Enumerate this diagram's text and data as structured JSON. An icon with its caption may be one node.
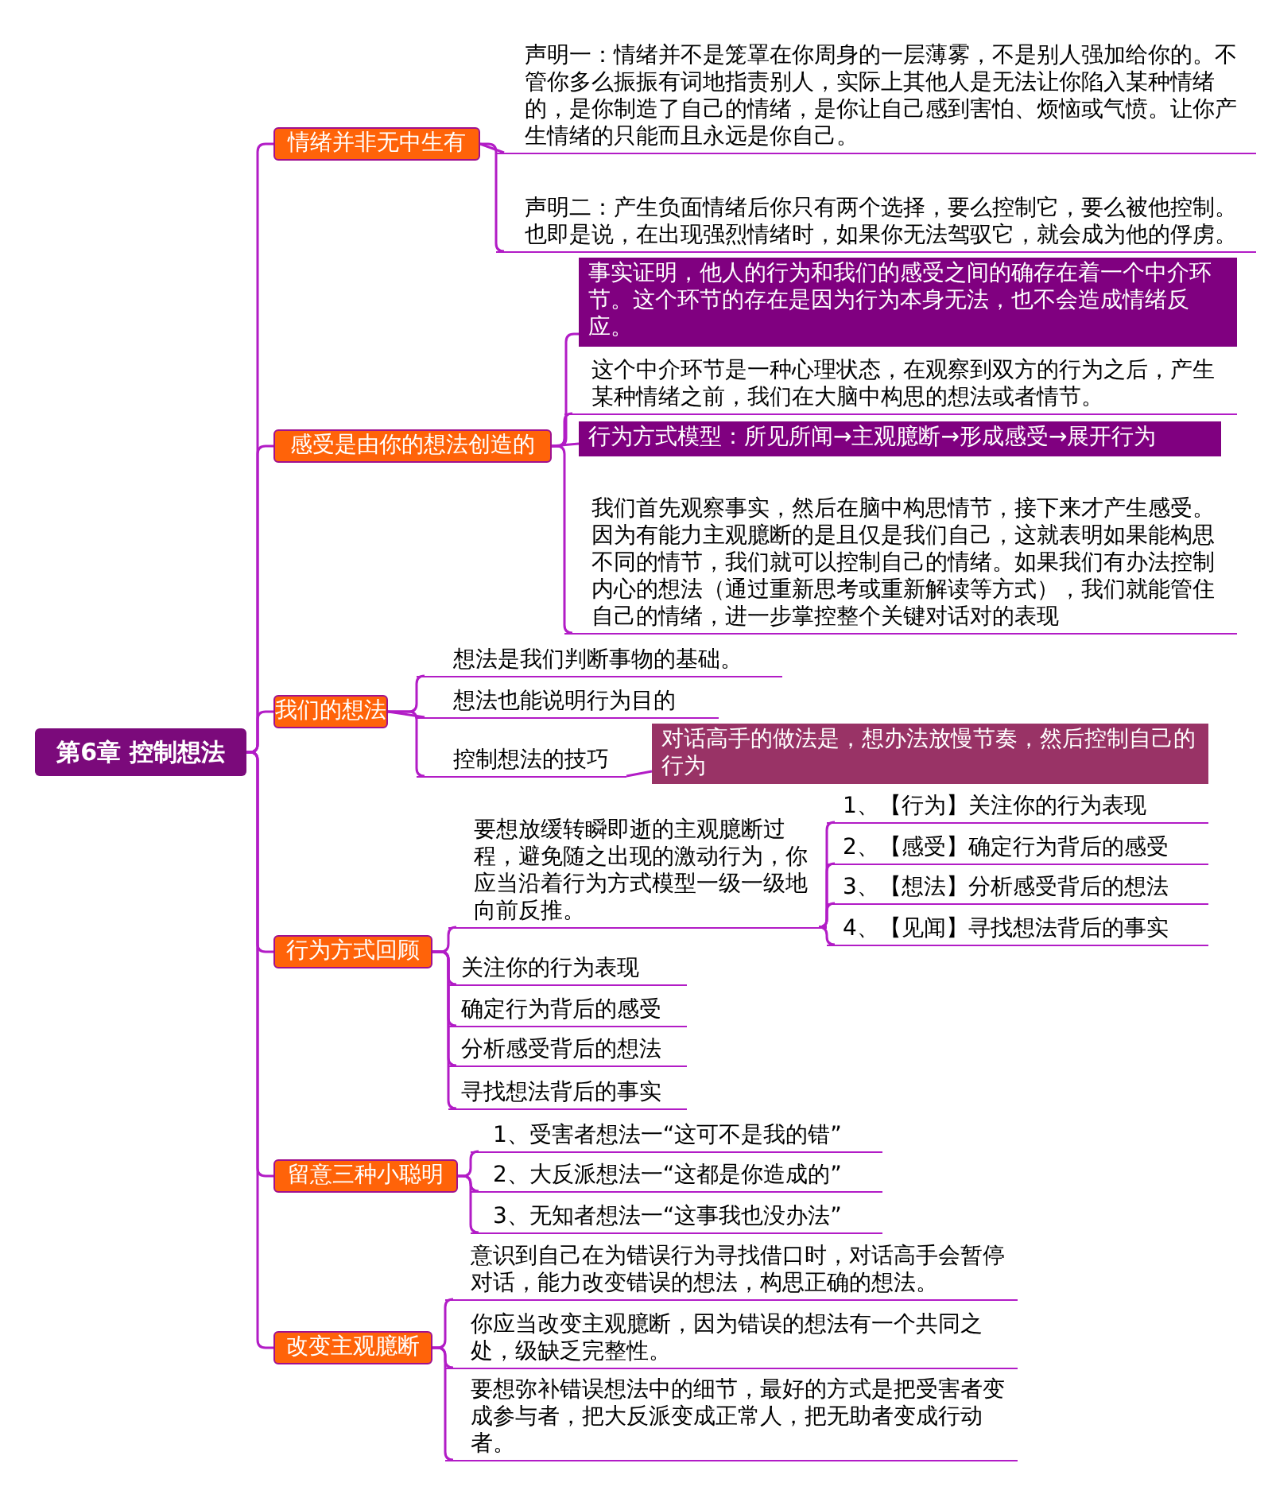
{
  "diagram": {
    "nodes": [
      {
        "text": [
          "第6章 控制想法"
        ]
      },
      {
        "text": [
          "情绪并非无中生有"
        ]
      },
      {
        "text": [
          "声明一：情绪并不是笼罩在你周身的一层薄雾，不是别人强加给你的。不管你多么振振有词地指责别人，实际上其他人是无法让你陷入某种情绪的，是你制造了自己的情绪，是你让自己感到害怕、烦恼或气愤。让你产生情绪的只能而且永远是你自己。"
        ]
      },
      {
        "text": [
          "声明二：产生负面情绪后你只有两个选择，要么控制它，要么被他控制。也即是说，在出现强烈情绪时，如果你无法驾驭它，就会成为他的俘虏。"
        ]
      },
      {
        "text": [
          "感受是由你的想法创造的"
        ]
      },
      {
        "text": [
          "事实证明，他人的行为和我们的感受之间的确存在着一个中介环节。这个环节的存在是因为行为本身无法，也不会造成情绪反应。"
        ]
      },
      {
        "text": [
          "这个中介环节是一种心理状态，在观察到双方的行为之后，产生某种情绪之前，我们在大脑中构思的想法或者情节。"
        ]
      },
      {
        "text": [
          "行为方式模型：所见所闻→主观臆断→形成感受→展开行为"
        ]
      },
      {
        "text": [
          "我们首先观察事实，然后在脑中构思情节，接下来才产生感受。因为有能力主观臆断的是且仅是我们自己，这就表明如果能构思不同的情节，我们就可以控制自己的情绪。如果我们有办法控制内心的想法（通过重新思考或重新解读等方式），我们就能管住自己的情绪，进一步掌控整个关键对话对的表现"
        ]
      },
      {
        "text": [
          "我们的想法"
        ]
      },
      {
        "text": [
          "想法是我们判断事物的基础。"
        ]
      },
      {
        "text": [
          "想法也能说明行为目的"
        ]
      },
      {
        "text": [
          "控制想法的技巧"
        ]
      },
      {
        "text": [
          "对话高手的做法是，想办法放慢节奏，然后控制自己的行为"
        ]
      },
      {
        "text": [
          "行为方式回顾"
        ]
      },
      {
        "text": [
          "要想放缓转瞬即逝的主观臆断过程，避免随之出现的激动行为，你应当沿着行为方式模型一级一级地向前反推。"
        ]
      },
      {
        "text": [
          "1、【行为】关注你的行为表现"
        ]
      },
      {
        "text": [
          "2、【感受】确定行为背后的感受"
        ]
      },
      {
        "text": [
          "3、【想法】分析感受背后的想法"
        ]
      },
      {
        "text": [
          "4、【见闻】寻找想法背后的事实"
        ]
      },
      {
        "text": [
          "关注你的行为表现"
        ]
      },
      {
        "text": [
          "确定行为背后的感受"
        ]
      },
      {
        "text": [
          "分析感受背后的想法"
        ]
      },
      {
        "text": [
          "寻找想法背后的事实"
        ]
      },
      {
        "text": [
          "留意三种小聪明"
        ]
      },
      {
        "text": [
          "1、受害者想法一“这可不是我的错”"
        ]
      },
      {
        "text": [
          "2、大反派想法一“这都是你造成的”"
        ]
      },
      {
        "text": [
          "3、无知者想法一“这事我也没办法”"
        ]
      },
      {
        "text": [
          "改变主观臆断"
        ]
      },
      {
        "text": [
          "意识到自己在为错误行为寻找借口时，对话高手会暂停对话，能力改变错误的想法，构思正确的想法。"
        ]
      },
      {
        "text": [
          "你应当改变主观臆断，因为错误的想法有一个共同之处，级缺乏完整性。"
        ]
      },
      {
        "text": [
          "要想弥补错误想法中的细节，最好的方式是把受害者变成参与者，把大反派变成正常人，把无助者变成行动者。"
        ]
      }
    ],
    "edges": [
      {
        "from": 0,
        "to": 1,
        "arrow": "none"
      },
      {
        "from": 0,
        "to": 4,
        "arrow": "none"
      },
      {
        "from": 0,
        "to": 9,
        "arrow": "none"
      },
      {
        "from": 0,
        "to": 14,
        "arrow": "none"
      },
      {
        "from": 0,
        "to": 24,
        "arrow": "none"
      },
      {
        "from": 0,
        "to": 28,
        "arrow": "none"
      },
      {
        "from": 1,
        "to": 2,
        "arrow": "none"
      },
      {
        "from": 1,
        "to": 3,
        "arrow": "none"
      },
      {
        "from": 4,
        "to": 5,
        "arrow": "none"
      },
      {
        "from": 4,
        "to": 6,
        "arrow": "none"
      },
      {
        "from": 4,
        "to": 7,
        "arrow": "none"
      },
      {
        "from": 4,
        "to": 8,
        "arrow": "none"
      },
      {
        "from": 9,
        "to": 10,
        "arrow": "none"
      },
      {
        "from": 9,
        "to": 11,
        "arrow": "none"
      },
      {
        "from": 9,
        "to": 12,
        "arrow": "none"
      },
      {
        "from": 12,
        "to": 13,
        "arrow": "none"
      },
      {
        "from": 14,
        "to": 15,
        "arrow": "none"
      },
      {
        "from": 15,
        "to": 16,
        "arrow": "none"
      },
      {
        "from": 15,
        "to": 17,
        "arrow": "none"
      },
      {
        "from": 15,
        "to": 18,
        "arrow": "none"
      },
      {
        "from": 15,
        "to": 19,
        "arrow": "none"
      },
      {
        "from": 14,
        "to": 20,
        "arrow": "none"
      },
      {
        "from": 14,
        "to": 21,
        "arrow": "none"
      },
      {
        "from": 14,
        "to": 22,
        "arrow": "none"
      },
      {
        "from": 14,
        "to": 23,
        "arrow": "none"
      },
      {
        "from": 24,
        "to": 25,
        "arrow": "none"
      },
      {
        "from": 24,
        "to": 26,
        "arrow": "none"
      },
      {
        "from": 24,
        "to": 27,
        "arrow": "none"
      },
      {
        "from": 28,
        "to": 29,
        "arrow": "none"
      },
      {
        "from": 28,
        "to": 30,
        "arrow": "none"
      },
      {
        "from": 28,
        "to": 31,
        "arrow": "none"
      }
    ]
  }
}
